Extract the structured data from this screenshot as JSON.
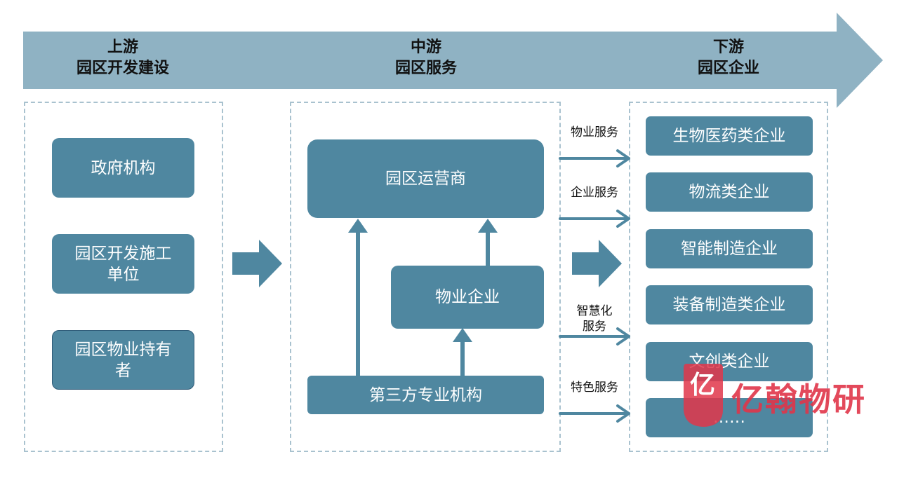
{
  "header": {
    "upstream": {
      "title": "上游",
      "subtitle": "园区开发建设"
    },
    "midstream": {
      "title": "中游",
      "subtitle": "园区服务"
    },
    "downstream": {
      "title": "下游",
      "subtitle": "园区企业"
    }
  },
  "upstream_items": [
    "政府机构",
    "园区开发施工\n单位",
    "园区物业持有\n者"
  ],
  "midstream_items": {
    "operator": "园区运营商",
    "property": "物业企业",
    "third_party": "第三方专业机构"
  },
  "services": [
    "物业服务",
    "企业服务",
    "智慧化\n服务",
    "特色服务"
  ],
  "downstream_items": [
    "生物医药类企业",
    "物流类企业",
    "智能制造企业",
    "装备制造类企业",
    "文创类企业",
    "……"
  ],
  "watermark": {
    "text": "亿翰物研",
    "logo_char": "亿"
  },
  "colors": {
    "banner": "#8fb2c3",
    "box": "#4f87a0",
    "arrow": "#4f87a0",
    "region_border": "#a9c2cf",
    "watermark": "#e0364a"
  }
}
